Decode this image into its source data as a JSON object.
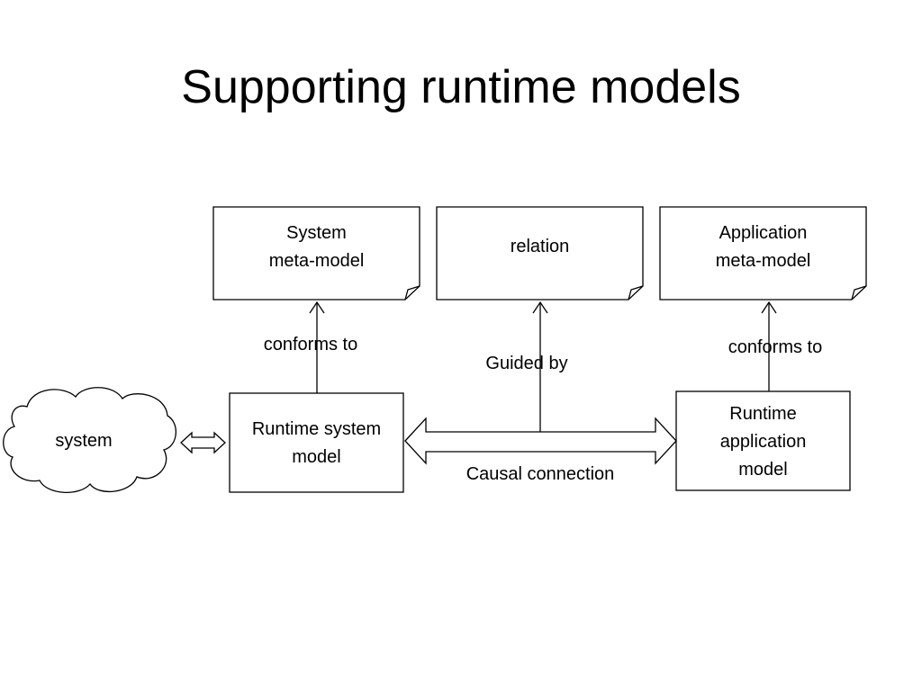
{
  "title": "Supporting runtime models",
  "nodes": {
    "system_meta_model": {
      "line1": "System",
      "line2": "meta-model"
    },
    "relation": {
      "line1": "relation"
    },
    "application_meta_model": {
      "line1": "Application",
      "line2": "meta-model"
    },
    "system": {
      "line1": "system"
    },
    "runtime_system_model": {
      "line1": "Runtime system",
      "line2": "model"
    },
    "runtime_application_model": {
      "line1": "Runtime",
      "line2": "application",
      "line3": "model"
    }
  },
  "edges": {
    "conforms_left": "conforms to",
    "guided_by": "Guided by",
    "conforms_right": "conforms to",
    "causal_connection": "Causal connection"
  }
}
